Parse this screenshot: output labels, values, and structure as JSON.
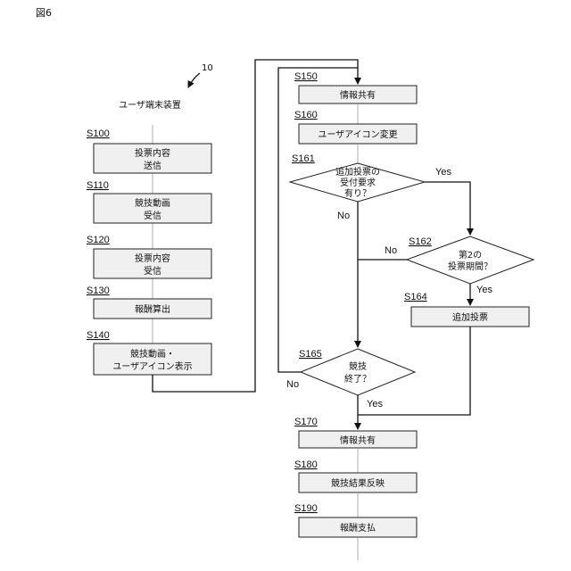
{
  "figure_label": "図6",
  "ref_number": "10",
  "device_title": "ユーザ端末装置",
  "left_steps": [
    {
      "id": "S100",
      "lines": [
        "投票内容",
        "送信"
      ]
    },
    {
      "id": "S110",
      "lines": [
        "競技動画",
        "受信"
      ]
    },
    {
      "id": "S120",
      "lines": [
        "投票内容",
        "受信"
      ]
    },
    {
      "id": "S130",
      "lines": [
        "報酬算出"
      ]
    },
    {
      "id": "S140",
      "lines": [
        "競技動画・",
        "ユーザアイコン表示"
      ]
    }
  ],
  "right_steps": [
    {
      "id": "S150",
      "lines": [
        "情報共有"
      ]
    },
    {
      "id": "S160",
      "lines": [
        "ユーザアイコン変更"
      ]
    },
    {
      "id": "S164",
      "lines": [
        "追加投票"
      ]
    },
    {
      "id": "S170",
      "lines": [
        "情報共有"
      ]
    },
    {
      "id": "S180",
      "lines": [
        "競技結果反映"
      ]
    },
    {
      "id": "S190",
      "lines": [
        "報酬支払"
      ]
    }
  ],
  "decisions": [
    {
      "id": "S161",
      "lines": [
        "追加投票の",
        "受付要求",
        "有り？"
      ]
    },
    {
      "id": "S162",
      "lines": [
        "第2の",
        "投票期間？"
      ]
    },
    {
      "id": "S165",
      "lines": [
        "競技",
        "終了？"
      ]
    }
  ],
  "branch_labels": {
    "s161_yes": "Yes",
    "s161_no": "No",
    "s162_no": "No",
    "s162_yes": "Yes",
    "s165_no": "No",
    "s165_yes": "Yes"
  }
}
